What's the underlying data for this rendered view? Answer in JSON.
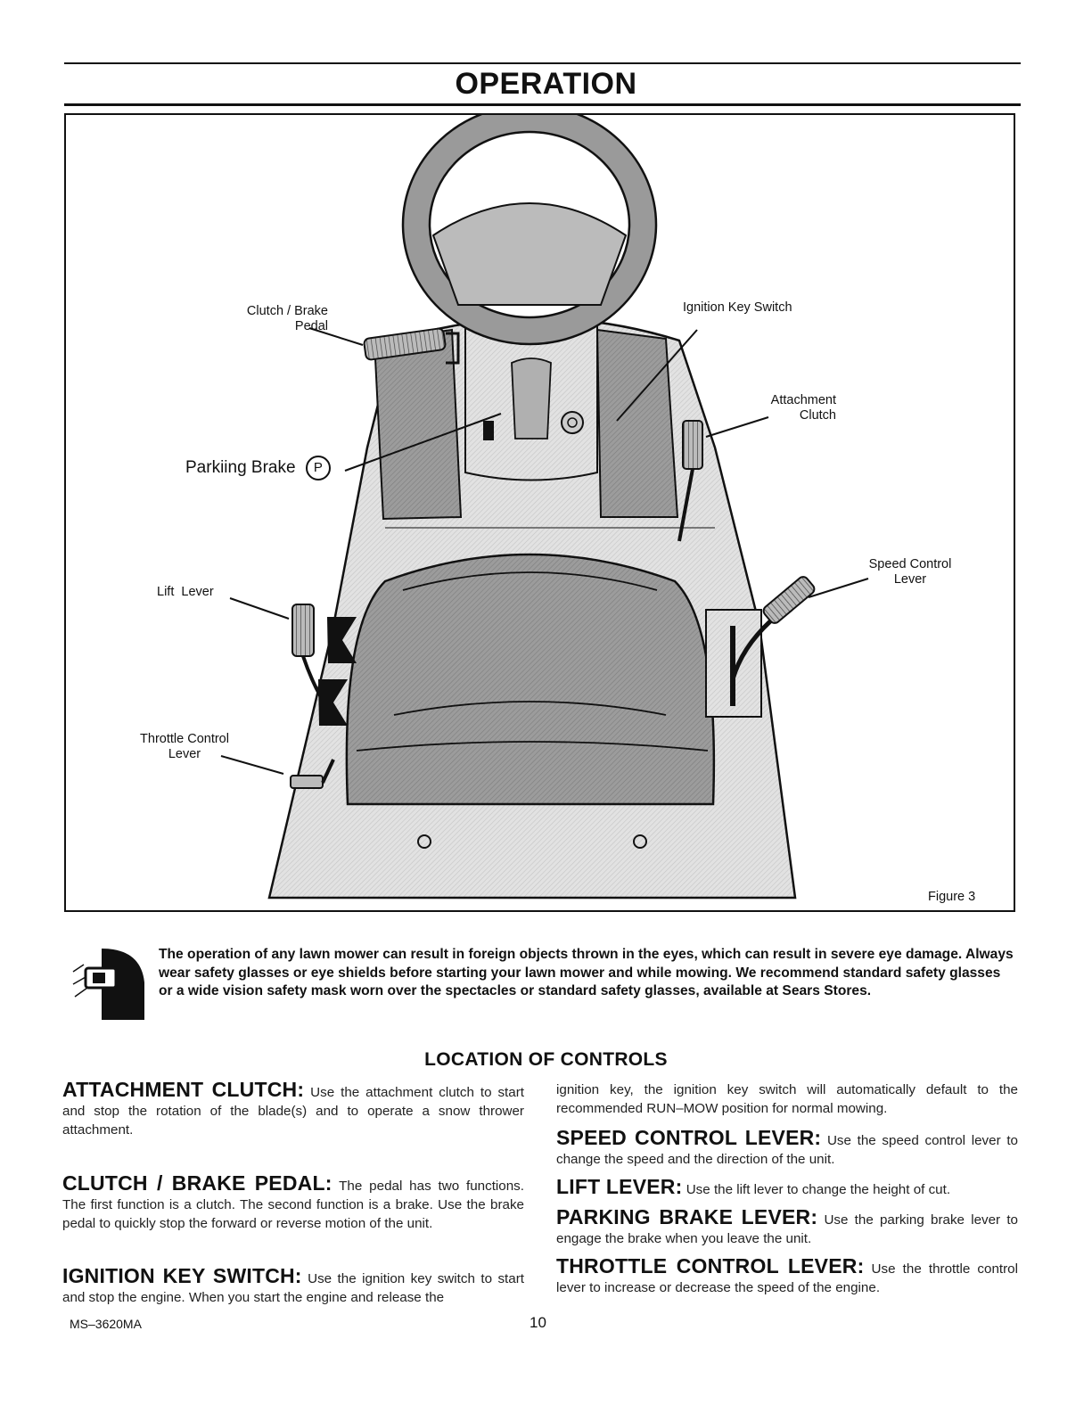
{
  "header": {
    "title": "OPERATION"
  },
  "figure": {
    "caption": "Figure 3",
    "labels": {
      "clutch_brake": [
        "Clutch / Brake",
        "Pedal"
      ],
      "ignition": [
        "Ignition Key Switch"
      ],
      "attachment_clutch": [
        "Attachment",
        "Clutch"
      ],
      "parking_brake": "Parkiing Brake",
      "parking_symbol": "P",
      "speed_control": [
        "Speed Control",
        "Lever"
      ],
      "lift_lever": [
        "Lift  Lever"
      ],
      "throttle": [
        "Throttle Control",
        "Lever"
      ]
    }
  },
  "warning": {
    "icon": "safety-glasses-icon",
    "text": "The operation of any lawn mower can result in foreign objects thrown in the eyes, which can result in severe eye damage. Always wear safety glasses or eye shields before starting your lawn mower and while mowing. We recommend standard safety glasses or a wide vision safety mask worn over the spectacles or standard safety glasses, available at Sears Stores."
  },
  "controls": {
    "heading": "LOCATION OF CONTROLS",
    "left": [
      {
        "term": "ATTACHMENT CLUTCH:",
        "text": "Use the attachment clutch to start and stop the rotation of the blade(s) and to operate a snow thrower attachment."
      },
      {
        "term": "CLUTCH / BRAKE PEDAL:",
        "text": "The pedal has two functions. The first function is a clutch. The second function is a brake. Use the brake pedal to quickly stop the forward or reverse motion of the unit."
      },
      {
        "term": "IGNITION KEY SWITCH:",
        "text": "Use the ignition key switch to start and stop the engine. When you start the engine and release the"
      }
    ],
    "right_continuation": "ignition key, the ignition key switch will automatically default to the recommended RUN–MOW position for normal mowing.",
    "right": [
      {
        "term": "SPEED CONTROL LEVER:",
        "text": "Use the speed control lever to change the speed and the direction of the unit."
      },
      {
        "term": "LIFT LEVER:",
        "text": "Use the lift lever to change the height of cut."
      },
      {
        "term": "PARKING BRAKE LEVER:",
        "text": "Use the parking brake lever to engage the brake when you leave the unit."
      },
      {
        "term": "THROTTLE CONTROL LEVER:",
        "text": "Use the throttle control lever to increase or decrease the speed of the engine."
      }
    ]
  },
  "footer": {
    "code": "MS–3620MA",
    "page": "10"
  },
  "colors": {
    "ink": "#111111",
    "shade": "#d6d6d6",
    "dark_shade": "#9a9a9a"
  }
}
